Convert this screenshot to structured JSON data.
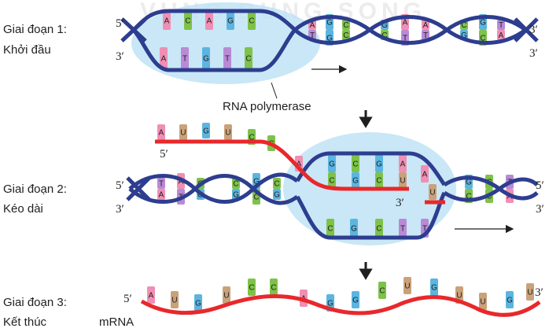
{
  "colors": {
    "dna_backbone": "#2d3d8f",
    "rna_backbone": "#e8282b",
    "enzyme_bubble": "#bfe3f4",
    "base_A": "#f08fb4",
    "base_U": "#c9a27a",
    "base_G": "#5bb5e0",
    "base_C": "#7ec24a",
    "base_T": "#b98ad6"
  },
  "watermark": "VUNG BUNG SONG",
  "stages": [
    {
      "id": "stage1",
      "line1": "Giai đoạn 1:",
      "line2": "Khởi đầu"
    },
    {
      "id": "stage2",
      "line1": "Giai đoạn 2:",
      "line2": "Kéo dài"
    },
    {
      "id": "stage3",
      "line1": "Giai đoạn 3:",
      "line2": "Kết thúc"
    }
  ],
  "strand_ends": {
    "five_prime": "5′",
    "three_prime": "3′"
  },
  "enzyme_label": "RNA polymerase",
  "product_label": "mRNA",
  "stage1_bubble_top": [
    "A",
    "C",
    "A",
    "G",
    "C"
  ],
  "stage1_bubble_bottom": [
    "A",
    "T",
    "G",
    "T",
    "C"
  ],
  "stage1_helix_top": [
    "A",
    "G",
    "C",
    "G",
    "A",
    "A",
    "C",
    "G",
    "T"
  ],
  "stage1_helix_bottom": [
    "T",
    "G",
    "C",
    "C",
    "T",
    "T",
    "G",
    "C",
    "A"
  ],
  "stage2_rna_tail": [
    "A",
    "U",
    "G",
    "U",
    "C",
    "C",
    "A"
  ],
  "stage2_pair_dna": [
    "G",
    "C",
    "G",
    "A"
  ],
  "stage2_pair_rna": [
    "C",
    "G",
    "C",
    "U"
  ],
  "stage2_new_base": [
    "A",
    "U"
  ],
  "stage2_template_bottom": [
    "C",
    "G",
    "C",
    "T",
    "T"
  ],
  "stage2_left_top": [
    "T",
    "A",
    "C",
    "C",
    "G",
    "C"
  ],
  "stage2_left_bottom": [
    "A",
    "T",
    "G",
    "G",
    "C",
    "G"
  ],
  "stage2_right_top": [
    "G",
    "C",
    "T"
  ],
  "stage2_right_bottom": [
    "C",
    "C",
    "A"
  ],
  "stage3_mrna": [
    "A",
    "U",
    "G",
    "U",
    "C",
    "C",
    "A",
    "G",
    "G",
    "C",
    "U",
    "G",
    "U",
    "U",
    "G",
    "U"
  ]
}
